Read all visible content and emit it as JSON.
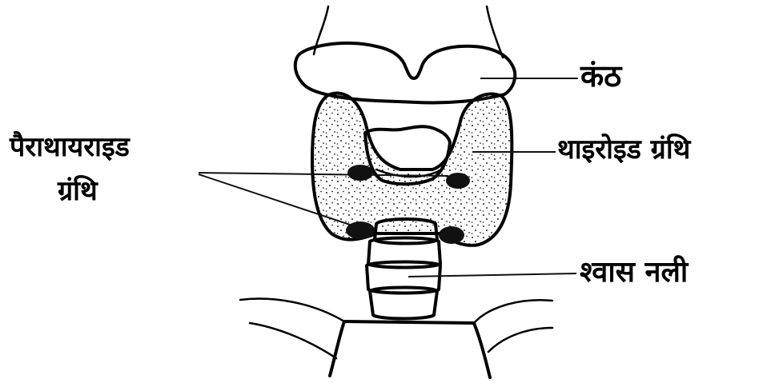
{
  "labels": {
    "larynx": "कंठ",
    "thyroid": "थाइरोइड ग्रंथि",
    "trachea": "श्वास नली",
    "parathyroid_line1": "पैराथायराइड",
    "parathyroid_line2": "ग्रंथि"
  },
  "colors": {
    "ink": "#000000",
    "background": "#ffffff"
  }
}
